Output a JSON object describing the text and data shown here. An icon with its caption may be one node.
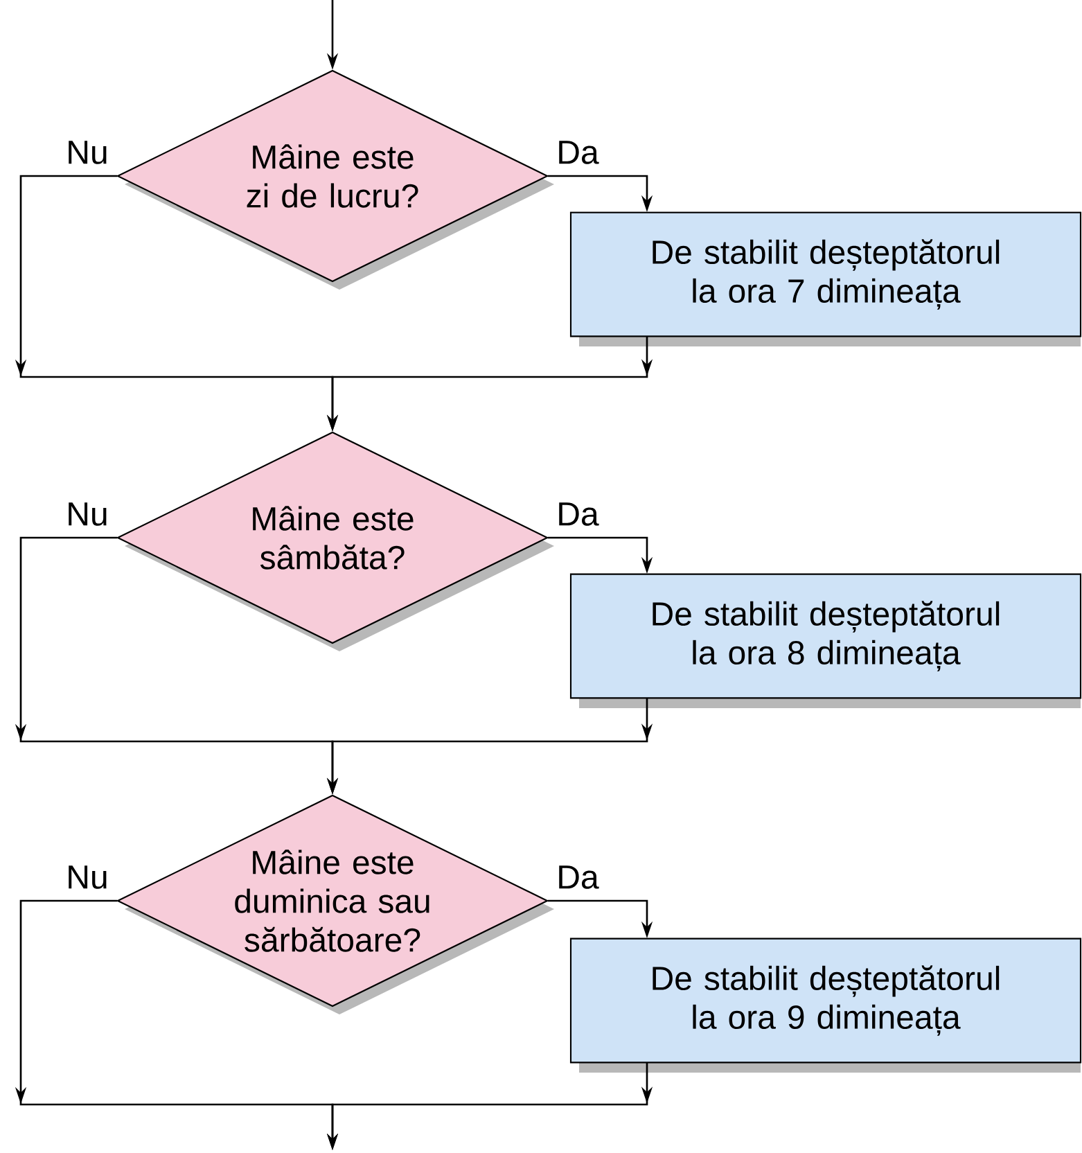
{
  "diagram": {
    "nodes": [
      {
        "text": [
          "Mâine este zi de lucru?"
        ]
      },
      {
        "text": [
          "De stabilit deșteptătorul la ora 7 dimineața"
        ]
      },
      {
        "text": [
          "Mâine este sâmbăta?"
        ]
      },
      {
        "text": [
          "De stabilit deșteptătorul la ora 8 dimineața"
        ]
      },
      {
        "text": [
          "Mâine este duminica sau sărbătoare?"
        ]
      },
      {
        "text": [
          "De stabilit deșteptătorul la ora 9 dimineața"
        ]
      }
    ],
    "edges": [
      {
        "from": null,
        "to": 0,
        "arrow": "to"
      },
      {
        "from": 0,
        "to": 1,
        "arrow": "to",
        "label": "Da"
      },
      {
        "from": 0,
        "to": 2,
        "arrow": "to",
        "label": "Nu"
      },
      {
        "from": 1,
        "to": 2,
        "arrow": "to"
      },
      {
        "from": 2,
        "to": 3,
        "arrow": "to",
        "label": "Da"
      },
      {
        "from": 2,
        "to": 4,
        "arrow": "to",
        "label": "Nu"
      },
      {
        "from": 3,
        "to": 4,
        "arrow": "to"
      },
      {
        "from": 4,
        "to": 5,
        "arrow": "to",
        "label": "Da"
      },
      {
        "from": 4,
        "to": null,
        "arrow": "to",
        "label": "Nu"
      },
      {
        "from": 5,
        "to": null,
        "arrow": "to"
      }
    ]
  }
}
